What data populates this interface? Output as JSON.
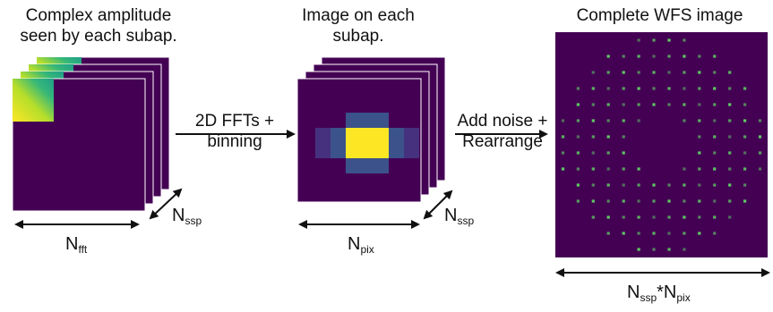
{
  "panels": {
    "left": {
      "title_line1": "Complex amplitude",
      "title_line2": "seen by each subap.",
      "width_symbol": "N",
      "width_subscript": "fft",
      "depth_symbol": "N",
      "depth_subscript": "ssp"
    },
    "middle": {
      "title_line1": "Image on each",
      "title_line2": "subap.",
      "width_symbol": "N",
      "width_subscript": "pix",
      "depth_symbol": "N",
      "depth_subscript": "ssp"
    },
    "right": {
      "title": "Complete WFS image",
      "width_symbol_a": "N",
      "width_subscript_a": "ssp",
      "width_joiner": "*N",
      "width_subscript_b": "pix"
    }
  },
  "arrows": {
    "first_line1": "2D FFTs +",
    "first_line2": "binning",
    "second_line1": "Add noise +",
    "second_line2": "Rearrange"
  },
  "colors": {
    "background_purple": "#440154",
    "yellow": "#fde725",
    "green": "#35b779",
    "teal": "#21918c",
    "blue": "#3b528b",
    "spot": "#5ec962"
  }
}
